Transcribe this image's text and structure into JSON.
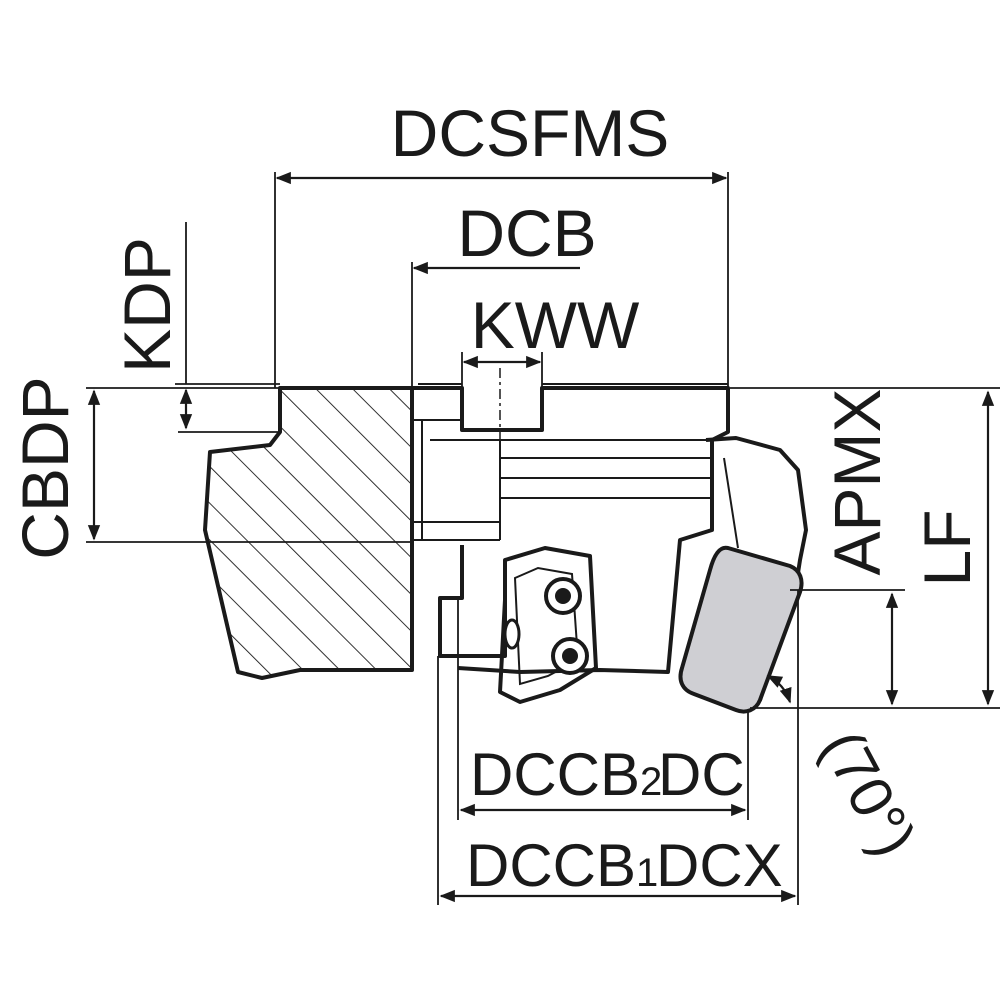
{
  "labels": {
    "dcsfms": "DCSFMS",
    "dcb": "DCB",
    "kww": "KWW",
    "kdp": "KDP",
    "cbdp": "CBDP",
    "apmx": "APMX",
    "lf": "LF",
    "dccb2_main": "DCCB",
    "dccb2_sub": "2",
    "dc": "DC",
    "dccb1_main": "DCCB",
    "dccb1_sub": "1",
    "dcx": "DCX",
    "angle": "(70°)"
  },
  "colors": {
    "line": "#1a1a1a",
    "insert_fill": "#cfcfd3",
    "background": "#ffffff"
  }
}
